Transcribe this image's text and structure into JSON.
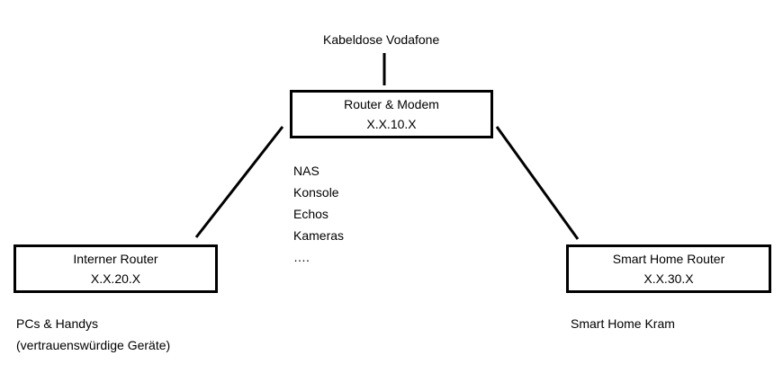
{
  "diagram": {
    "source": {
      "label": "Kabeldose Vodafone"
    },
    "nodes": {
      "main": {
        "name": "Router & Modem",
        "subnet": "X.X.10.X"
      },
      "internal": {
        "name": "Interner Router",
        "subnet": "X.X.20.X"
      },
      "smarthome": {
        "name": "Smart Home Router",
        "subnet": "X.X.30.X"
      }
    },
    "main_devices": [
      "NAS",
      "Konsole",
      "Echos",
      "Kameras",
      "…."
    ],
    "internal_devices": [
      "PCs & Handys",
      "(vertrauenswürdige Geräte)"
    ],
    "smarthome_devices": [
      "Smart Home Kram"
    ]
  }
}
